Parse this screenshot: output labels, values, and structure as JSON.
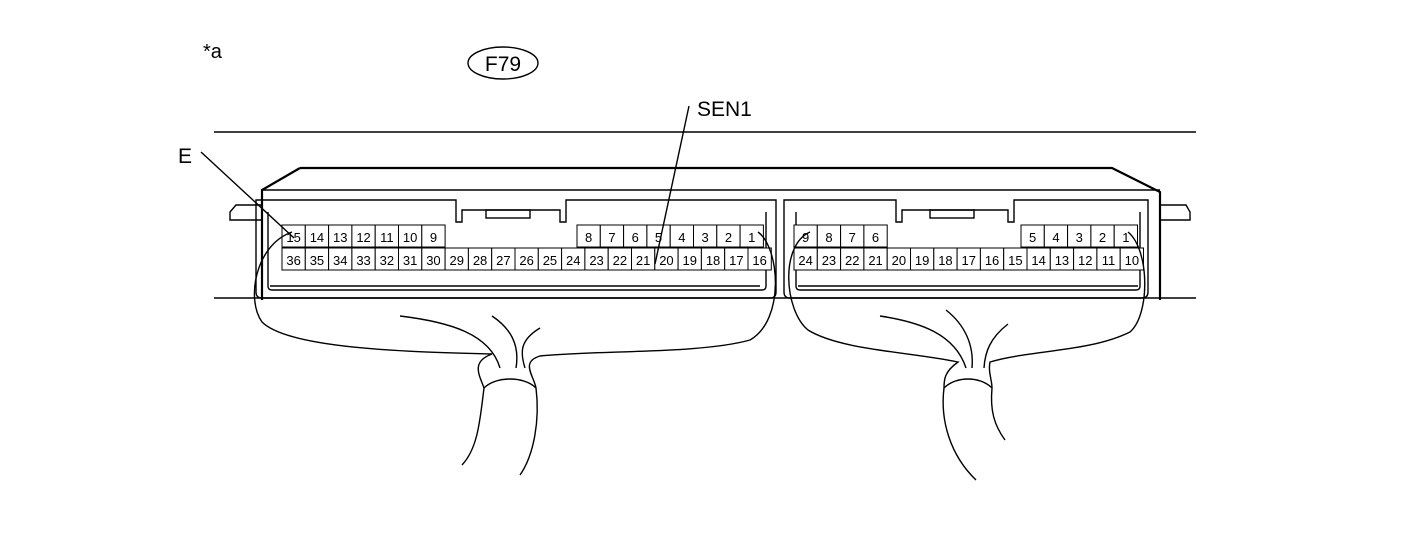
{
  "labels": {
    "view_marker": "*a",
    "connector_id": "F79",
    "pin_label_sen1": "SEN1",
    "pin_label_e": "E"
  },
  "left_connector": {
    "top_row_left": [
      "15",
      "14",
      "13",
      "12",
      "11",
      "10",
      "9"
    ],
    "top_row_right": [
      "8",
      "7",
      "6",
      "5",
      "4",
      "3",
      "2",
      "1"
    ],
    "bottom_row": [
      "36",
      "35",
      "34",
      "33",
      "32",
      "31",
      "30",
      "29",
      "28",
      "27",
      "26",
      "25",
      "24",
      "23",
      "22",
      "21",
      "20",
      "19",
      "18",
      "17",
      "16"
    ]
  },
  "right_connector": {
    "top_row_left": [
      "9",
      "8",
      "7",
      "6"
    ],
    "top_row_right": [
      "5",
      "4",
      "3",
      "2",
      "1"
    ],
    "bottom_row": [
      "24",
      "23",
      "22",
      "21",
      "20",
      "19",
      "18",
      "17",
      "16",
      "15",
      "14",
      "13",
      "12",
      "11",
      "10"
    ]
  }
}
